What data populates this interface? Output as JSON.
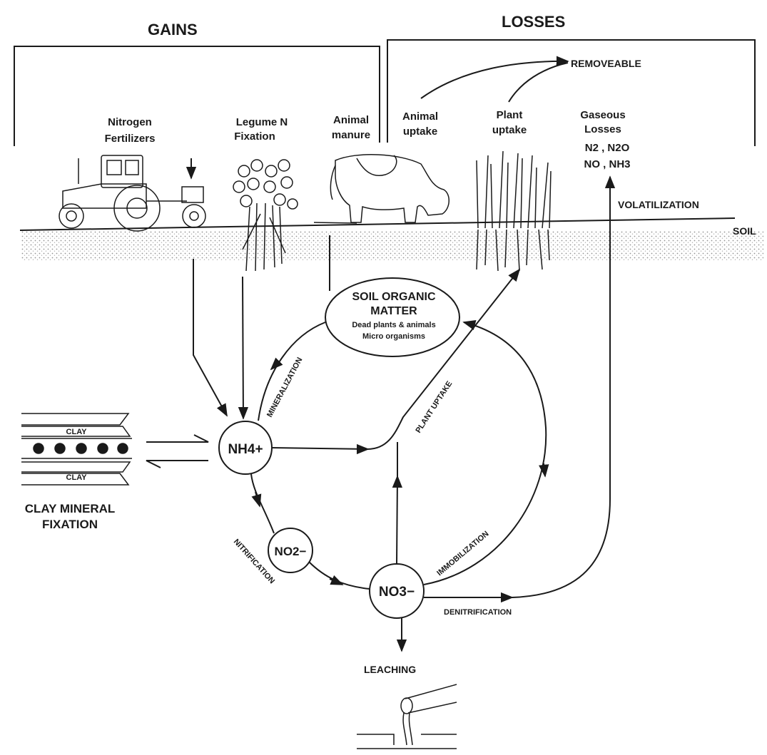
{
  "headers": {
    "gains": "GAINS",
    "losses": "LOSSES"
  },
  "sources": {
    "fertilizers": [
      "Nitrogen",
      "Fertilizers"
    ],
    "legume": [
      "Legume N",
      "Fixation"
    ],
    "manure": [
      "Animal",
      "manure"
    ],
    "animal_uptake": [
      "Animal",
      "uptake"
    ],
    "plant_uptake": [
      "Plant",
      "uptake"
    ],
    "gaseous": [
      "Gaseous",
      "Losses"
    ]
  },
  "gases": [
    "N2 , N2O",
    "NO , NH3"
  ],
  "labels": {
    "removeable": "REMOVEABLE",
    "volatilization": "VOLATILIZATION",
    "soil": "SOIL",
    "som_title_1": "SOIL ORGANIC",
    "som_title_2": "MATTER",
    "som_sub_1": "Dead plants & animals",
    "som_sub_2": "Micro organisms",
    "mineralization": "MINERALIZATION",
    "plant_uptake_arrow": "PLANT UPTAKE",
    "immobilization": "IMMOBILIZATION",
    "nitrification": "NITRIFICATION",
    "denitrification": "DENITRIFICATION",
    "leaching": "LEACHING",
    "clay_mineral_1": "CLAY MINERAL",
    "clay_mineral_2": "FIXATION",
    "clay": "CLAY"
  },
  "nodes": {
    "nh4": "NH4+",
    "no2": "NO2−",
    "no3": "NO3−"
  }
}
